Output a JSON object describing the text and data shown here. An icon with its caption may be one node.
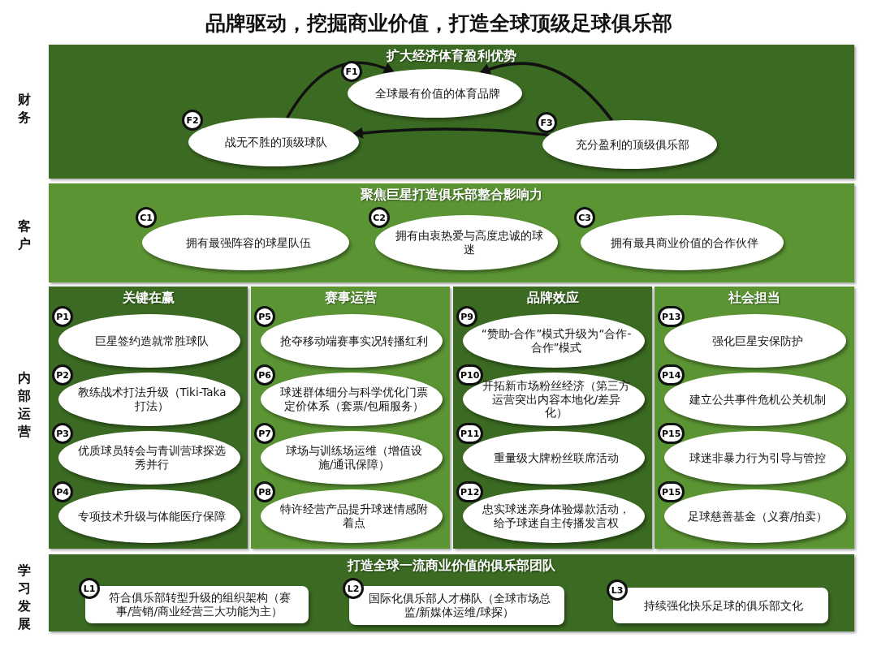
{
  "diagram": {
    "title": "品牌驱动，挖掘商业价值，打造全球顶级足球俱乐部",
    "nodes": [
      {
        "text": [
          "扩大经济体育盈利优势"
        ],
        "beside": [
          "财务"
        ]
      },
      {
        "text": [
          "F1",
          "全球最有价值的体育品牌"
        ],
        "in": 0
      },
      {
        "text": [
          "F2",
          "战无不胜的顶级球队"
        ],
        "in": 0
      },
      {
        "text": [
          "F3",
          "充分盈利的顶级俱乐部"
        ],
        "in": 0
      },
      {
        "text": [
          "聚焦巨星打造俱乐部整合影响力"
        ],
        "beside": [
          "客户"
        ]
      },
      {
        "text": [
          "C1",
          "拥有最强阵容的球星队伍"
        ],
        "in": 4
      },
      {
        "text": [
          "C2",
          "拥有由衷热爱与高度忠诚的球迷"
        ],
        "in": 4
      },
      {
        "text": [
          "C3",
          "拥有最具商业价值的合作伙伴"
        ],
        "in": 4
      },
      {
        "text": [
          "关键在赢"
        ]
      },
      {
        "text": [
          "P1",
          "巨星签约造就常胜球队"
        ],
        "in": 8
      },
      {
        "text": [
          "P2",
          "教练战术打法升级（Tiki-Taka打法）"
        ],
        "in": 8
      },
      {
        "text": [
          "P3",
          "优质球员转会与青训营球探选秀并行"
        ],
        "in": 8
      },
      {
        "text": [
          "P4",
          "专项技术升级与体能医疗保障"
        ],
        "in": 8
      },
      {
        "text": [
          "赛事运营"
        ]
      },
      {
        "text": [
          "P5",
          "抢夺移动端赛事实况转播红利"
        ],
        "in": 13
      },
      {
        "text": [
          "P6",
          "球迷群体细分与科学优化门票定价体系（套票/包厢服务）"
        ],
        "in": 13
      },
      {
        "text": [
          "P7",
          "球场与训练场运维（增值设施/通讯保障）"
        ],
        "in": 13
      },
      {
        "text": [
          "P8",
          "特许经营产品提升球迷情感附着点"
        ],
        "in": 13
      },
      {
        "text": [
          "品牌效应"
        ]
      },
      {
        "text": [
          "P9",
          "“赞助-合作”模式升级为“合作-合作”模式"
        ],
        "in": 18
      },
      {
        "text": [
          "P10",
          "开拓新市场粉丝经济（第三方运营突出内容本地化/差异化）"
        ],
        "in": 18
      },
      {
        "text": [
          "P11",
          "重量级大牌粉丝联席活动"
        ],
        "in": 18
      },
      {
        "text": [
          "P12",
          "忠实球迷亲身体验爆款活动，给予球迷自主传播发言权"
        ],
        "in": 18
      },
      {
        "text": [
          "社会担当"
        ]
      },
      {
        "text": [
          "P13",
          "强化巨星安保防护"
        ],
        "in": 23
      },
      {
        "text": [
          "P14",
          "建立公共事件危机公关机制"
        ],
        "in": 23
      },
      {
        "text": [
          "P15",
          "球迷非暴力行为引导与管控"
        ],
        "in": 23
      },
      {
        "text": [
          "P15",
          "足球慈善基金（义赛/拍卖）"
        ],
        "in": 23
      },
      {
        "text": [
          "打造全球一流商业价值的俱乐部团队"
        ],
        "beside": [
          "学习发展"
        ]
      },
      {
        "text": [
          "L1",
          "符合俱乐部转型升级的组织架构（赛事/营销/商业经营三大功能为主）"
        ],
        "in": 28
      },
      {
        "text": [
          "L2",
          "国际化俱乐部人才梯队（全球市场总监/新媒体运维/球探）"
        ],
        "in": 28
      },
      {
        "text": [
          "L3",
          "持续强化快乐足球的俱乐部文化"
        ],
        "in": 28
      }
    ],
    "edges": [
      {
        "from": 2,
        "to": 1,
        "arrow": "to"
      },
      {
        "from": 3,
        "to": 1,
        "arrow": "to"
      },
      {
        "from": 3,
        "to": 2,
        "arrow": "to"
      }
    ],
    "labels": [
      "内部运营"
    ]
  }
}
